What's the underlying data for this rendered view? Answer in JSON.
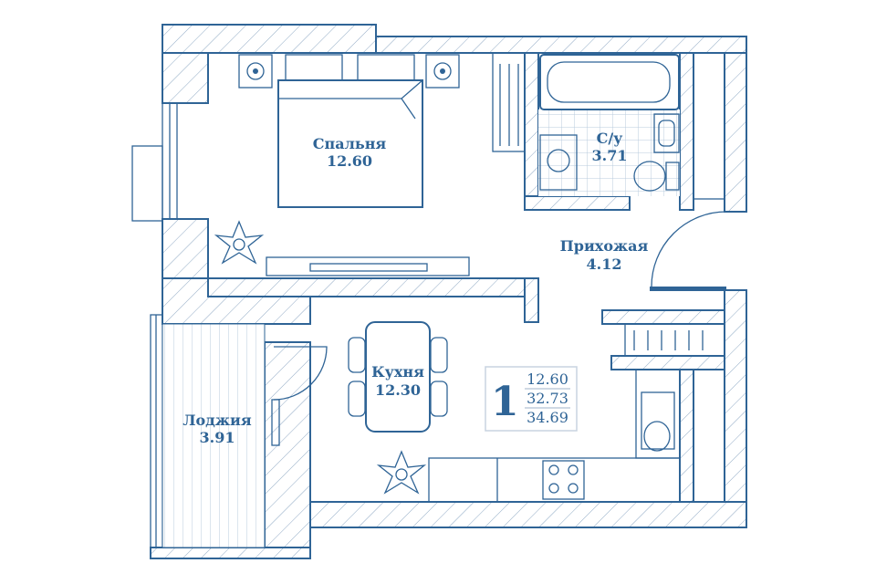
{
  "rooms": {
    "bedroom": {
      "name": "Спальня",
      "area": "12.60"
    },
    "bathroom": {
      "name": "С/у",
      "area": "3.71"
    },
    "hall": {
      "name": "Прихожая",
      "area": "4.12"
    },
    "kitchen": {
      "name": "Кухня",
      "area": "12.30"
    },
    "loggia": {
      "name": "Лоджия",
      "area": "3.91"
    }
  },
  "summary": {
    "rooms_count": "1",
    "living_area": "12.60",
    "total_area": "32.73",
    "total_with_loggia": "34.69"
  },
  "colors": {
    "line": "#2f6496"
  }
}
